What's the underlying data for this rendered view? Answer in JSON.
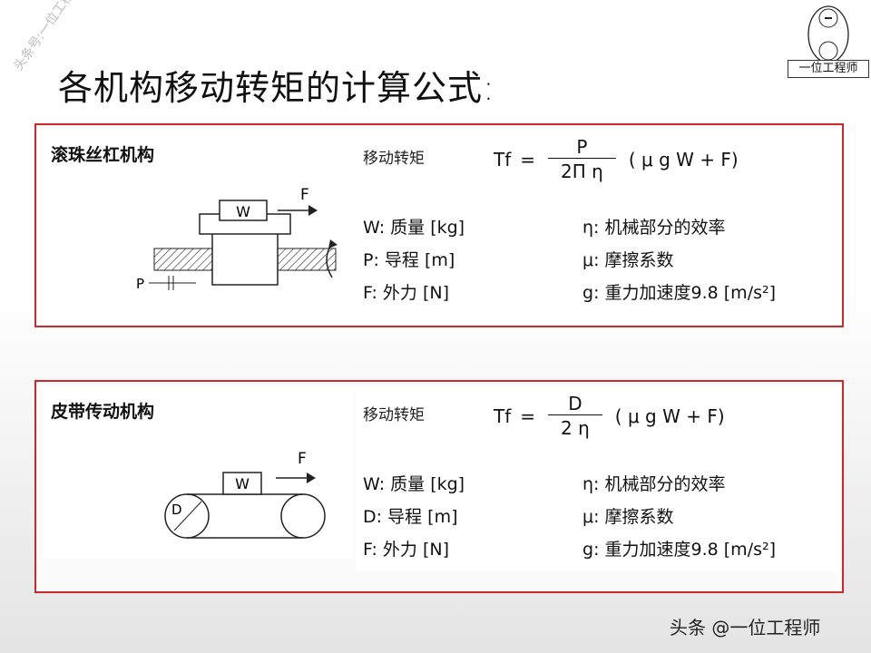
{
  "title": "各机构移动转矩的计算公式:",
  "watermark_diagonal": "头条号:一位工程师",
  "logo": {
    "label": "一位工程师"
  },
  "bottom_watermark": "头条 @一位工程师",
  "colors": {
    "border": "#d0262a"
  },
  "sections": [
    {
      "heading": "滚珠丝杠机构",
      "torque_label": "移动转矩",
      "formula": {
        "lhs": "Tf",
        "eq": "=",
        "num": "P",
        "den": "2Π η",
        "rhs": "( μ g W + F)"
      },
      "diagram": {
        "weight": "W",
        "force": "F",
        "pitch": "P"
      },
      "vars_left": [
        {
          "sym": "W",
          "sep": ":",
          "desc": "质量",
          "unit": "[kg]"
        },
        {
          "sym": "P",
          "sep": ":",
          "desc": "导程",
          "unit": "[m]"
        },
        {
          "sym": "F",
          "sep": ":",
          "desc": "外力",
          "unit": "[N]"
        }
      ],
      "vars_right": [
        {
          "sym": "η",
          "sep": ":",
          "desc": "机械部分的效率"
        },
        {
          "sym": "μ",
          "sep": ":",
          "desc": "摩擦系数"
        },
        {
          "sym": "g",
          "sep": ":",
          "desc": "重力加速度9.8  [m/s²]"
        }
      ]
    },
    {
      "heading": "皮带传动机构",
      "torque_label": "移动转矩",
      "formula": {
        "lhs": "Tf",
        "eq": "=",
        "num": "D",
        "den": "2 η",
        "rhs": "( μ g W + F)"
      },
      "diagram": {
        "weight": "W",
        "force": "F",
        "diameter": "D"
      },
      "vars_left": [
        {
          "sym": "W",
          "sep": ":",
          "desc": "质量",
          "unit": "[kg]"
        },
        {
          "sym": "D",
          "sep": ":",
          "desc": "导程",
          "unit": "[m]"
        },
        {
          "sym": "F",
          "sep": ":",
          "desc": "外力",
          "unit": "[N]"
        }
      ],
      "vars_right": [
        {
          "sym": "η",
          "sep": ":",
          "desc": "机械部分的效率"
        },
        {
          "sym": "μ",
          "sep": ":",
          "desc": "摩擦系数"
        },
        {
          "sym": "g",
          "sep": ":",
          "desc": "重力加速度9.8  [m/s²]"
        }
      ]
    }
  ]
}
